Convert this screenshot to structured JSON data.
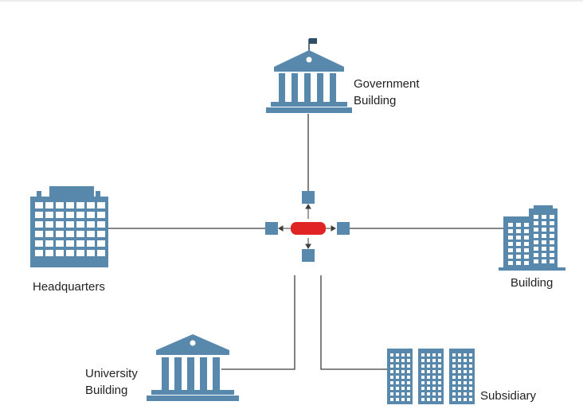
{
  "colors": {
    "building": "#5889ad",
    "line": "#3d3d3d",
    "hub": "#e02424",
    "node": "#5889ad",
    "text": "#222222"
  },
  "labels": {
    "government": {
      "line1": "Government",
      "line2": "Building"
    },
    "headquarters": {
      "line1": "Headquarters"
    },
    "building": {
      "line1": "Building"
    },
    "university": {
      "line1": "University",
      "line2": "Building"
    },
    "subsidiary": {
      "line1": "Subsidiary"
    }
  },
  "icons": {
    "government": "government-building-icon",
    "headquarters": "headquarters-building-icon",
    "building": "office-building-icon",
    "university": "university-building-icon",
    "subsidiary": "subsidiary-buildings-icon",
    "hub": "router-icon"
  }
}
